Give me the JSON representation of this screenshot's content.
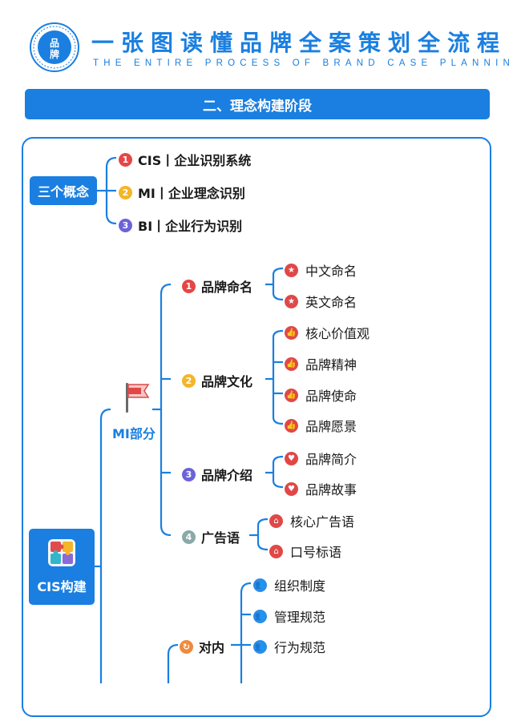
{
  "header": {
    "logo_text": "品牌",
    "title": "一张图读懂品牌全案策划全流程",
    "subtitle": "THE ENTIRE PROCESS OF BRAND CASE PLANNING"
  },
  "banner": {
    "label": "二、理念构建阶段"
  },
  "concepts": {
    "label": "三个概念",
    "items": [
      {
        "num": "1",
        "text": "CIS丨企业识别系统"
      },
      {
        "num": "2",
        "text": "MI丨企业理念识别"
      },
      {
        "num": "3",
        "text": "BI丨企业行为识别"
      }
    ]
  },
  "cis": {
    "label": "CIS构建",
    "mi": {
      "label": "MI部分",
      "groups": [
        {
          "num": "1",
          "label": "品牌命名",
          "leaves": [
            "中文命名",
            "英文命名"
          ]
        },
        {
          "num": "2",
          "label": "品牌文化",
          "leaves": [
            "核心价值观",
            "品牌精神",
            "品牌使命",
            "品牌愿景"
          ]
        },
        {
          "num": "3",
          "label": "品牌介绍",
          "leaves": [
            "品牌简介",
            "品牌故事"
          ]
        },
        {
          "num": "4",
          "label": "广告语",
          "leaves": [
            "核心广告语",
            "口号标语"
          ]
        }
      ]
    },
    "bi": {
      "internal": {
        "label": "对内",
        "leaves": [
          "组织制度",
          "管理规范",
          "行为规范"
        ]
      }
    }
  },
  "colors": {
    "primary": "#1a7fe0",
    "badge1": "#e54646",
    "badge2": "#f3b52a",
    "badge3": "#6c63d8",
    "badge4": "#8aa9a8"
  }
}
